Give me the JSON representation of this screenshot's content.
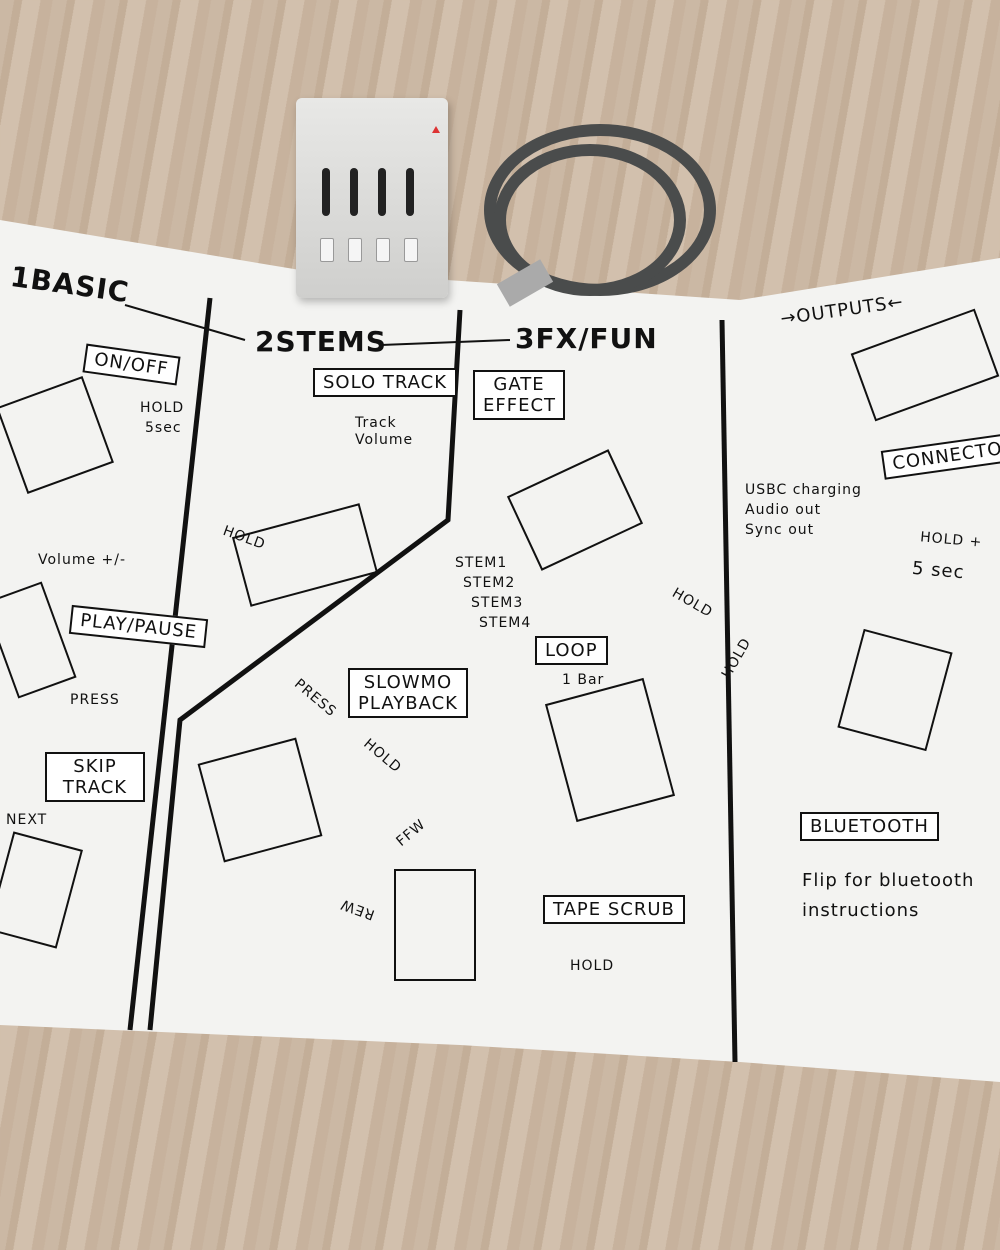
{
  "sections": {
    "basic": "1BASIC",
    "stems": "2STEMS",
    "fx": "3FX/FUN",
    "outputs": "→OUTPUTS←"
  },
  "basic": {
    "on_off": "ON/OFF",
    "hold": "HOLD",
    "five_sec": "5sec",
    "volume": "Volume +/-",
    "play_pause": "PLAY/PAUSE",
    "press": "PRESS",
    "skip_track": "SKIP TRACK",
    "next": "NEXT"
  },
  "stems": {
    "solo_track": "SOLO TRACK",
    "track_volume": "Track Volume",
    "hold": "HOLD",
    "slowmo": "SLOWMO PLAYBACK",
    "press": "PRESS",
    "hold2": "HOLD",
    "ffw": "FFW",
    "rew": "REW"
  },
  "fx": {
    "gate_effect": "GATE EFFECT",
    "stems": [
      "STEM1",
      "STEM2",
      "STEM3",
      "STEM4"
    ],
    "hold": "HOLD",
    "loop": "LOOP",
    "one_bar": "1 Bar",
    "hold2": "HOLD",
    "tape_scrub": "TAPE SCRUB",
    "hold3": "HOLD"
  },
  "outputs": {
    "connectors": "CONNECTORS",
    "usbc": "USBC charging",
    "audio_out": "Audio out",
    "sync_out": "Sync out",
    "hold_plus": "HOLD +",
    "five_sec": "5 sec",
    "bluetooth": "BLUETOOTH",
    "flip_note": "Flip for bluetooth instructions"
  },
  "colors": {
    "paper": "#f4f4f2",
    "ink": "#111111",
    "table": "#c9b5a0",
    "cable": "#4a4c4c",
    "device": "#dededc"
  }
}
